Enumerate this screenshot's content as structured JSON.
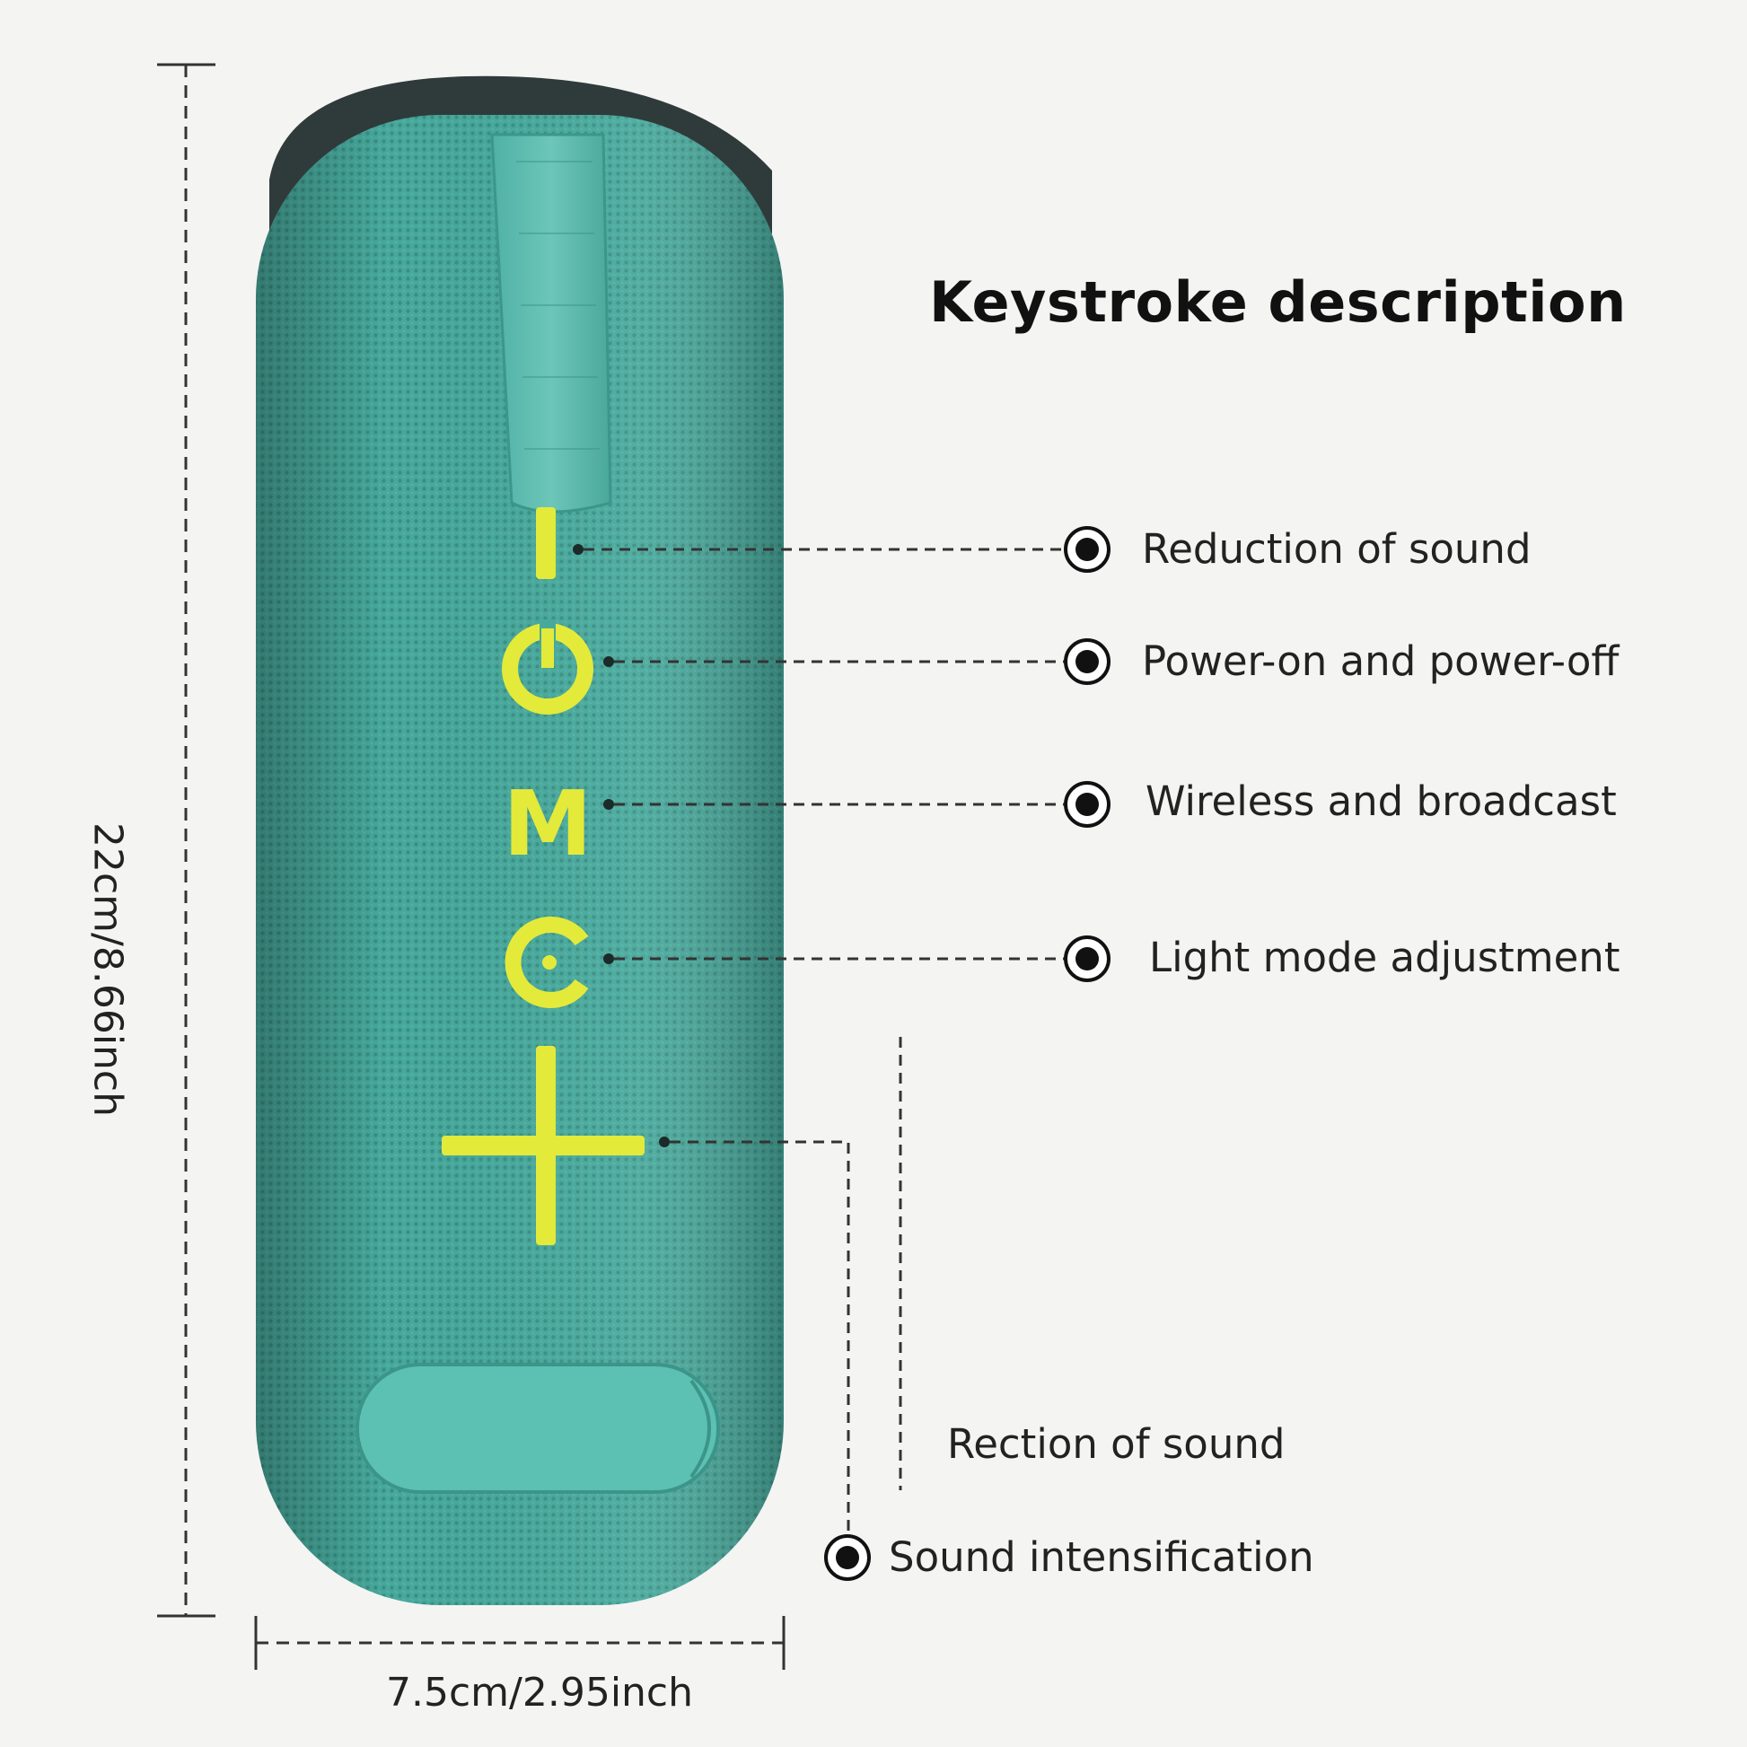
{
  "title": "Keystroke description",
  "callouts": [
    {
      "text": "Reduction of sound"
    },
    {
      "text": "Power-on and power-off"
    },
    {
      "text": "Wireless and broadcast"
    },
    {
      "text": "Light mode adjustment"
    },
    {
      "text": "Rection of sound"
    },
    {
      "text": "Sound intensification"
    }
  ],
  "dimensions": {
    "height": "22cm/8.66inch",
    "width": "7.5cm/2.95inch"
  },
  "colors": {
    "speaker_fabric": "#43a69a",
    "button_icons": "#e4ea3a",
    "background": "#f4f4f3"
  },
  "icons": [
    "minus-icon",
    "power-icon",
    "mode-m-icon",
    "light-mode-icon",
    "plus-icon"
  ]
}
